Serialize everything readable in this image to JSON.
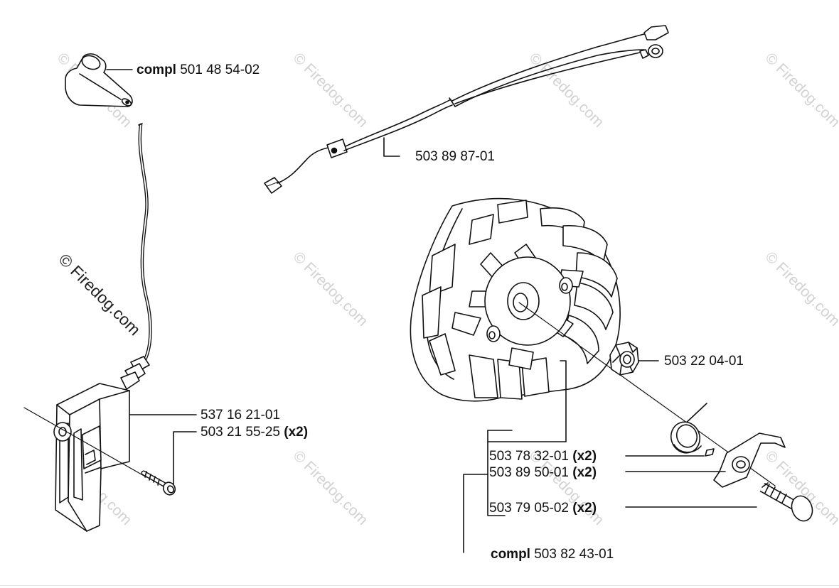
{
  "watermark": {
    "text": "© Firedog.com",
    "strong_text": "© Firedog.com"
  },
  "callouts": [
    {
      "prefix": "compl",
      "part": "501 48 54-02",
      "qty": ""
    },
    {
      "prefix": "",
      "part": "503 89 87-01",
      "qty": ""
    },
    {
      "prefix": "",
      "part": "503 22 04-01",
      "qty": ""
    },
    {
      "prefix": "",
      "part": "537 16 21-01",
      "qty": ""
    },
    {
      "prefix": "",
      "part": "503 21 55-25",
      "qty": "(x2)"
    },
    {
      "prefix": "",
      "part": "503 78 32-01",
      "qty": "(x2)"
    },
    {
      "prefix": "",
      "part": "503 89 50-01",
      "qty": "(x2)"
    },
    {
      "prefix": "",
      "part": "503 79 05-02",
      "qty": "(x2)"
    },
    {
      "prefix": "compl",
      "part": "503 82 43-01",
      "qty": ""
    }
  ],
  "colors": {
    "line": "#111111",
    "watermark": "#d2d2d2",
    "fill": "#ffffff"
  }
}
